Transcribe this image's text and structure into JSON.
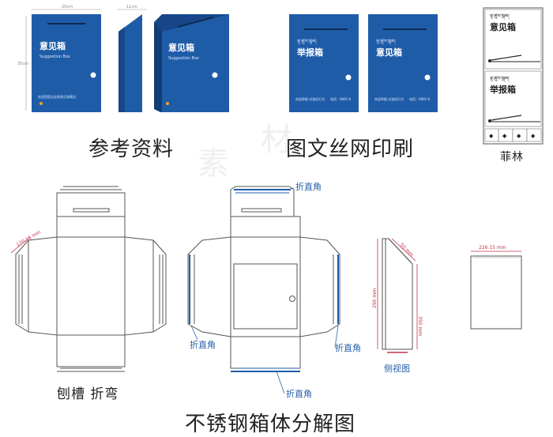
{
  "reference": {
    "front_title": "意见箱",
    "front_subtitle": "Suggestion Box",
    "front_footer": "欢迎您提出宝贵意见和建议",
    "top_width_dim": "25cm",
    "side_width_dim": "11cm",
    "height_dim": "35cm",
    "caption": "参考资料"
  },
  "silkscreen": {
    "tibetan_line": "ལྟ་ཚུལ་སྒམ།",
    "box1_title": "举报箱",
    "box2_title": "意见箱",
    "footer_left": "欢迎举报 对违纪行为",
    "footer_right": "电话：0891-6",
    "caption": "图文丝网印刷"
  },
  "acrylic": {
    "tibetan_line": "ལྟ་ཚུལ་སྒམ།",
    "top_title": "意见箱",
    "bottom_title": "举报箱",
    "caption": "菲林"
  },
  "diagram": {
    "annotations": {
      "fold_top": "折直角",
      "fold_left": "折直角",
      "fold_right": "折直角",
      "fold_bottom": "折直角"
    },
    "flap_dim": "170.16 mm",
    "side_dims": [
      "50 mm",
      "350 mm",
      "290 mm"
    ],
    "back_width_dim": "226.15 mm",
    "side_view_label": "侧视图",
    "groove_label": "刨槽 折弯",
    "main_caption": "不锈钢箱体分解图"
  },
  "colors": {
    "box_blue": "#1f5ca8",
    "box_blue_dark": "#17478a",
    "note_blue": "#2a5fa8",
    "dim_red": "#c2344b",
    "outline": "#555555"
  }
}
